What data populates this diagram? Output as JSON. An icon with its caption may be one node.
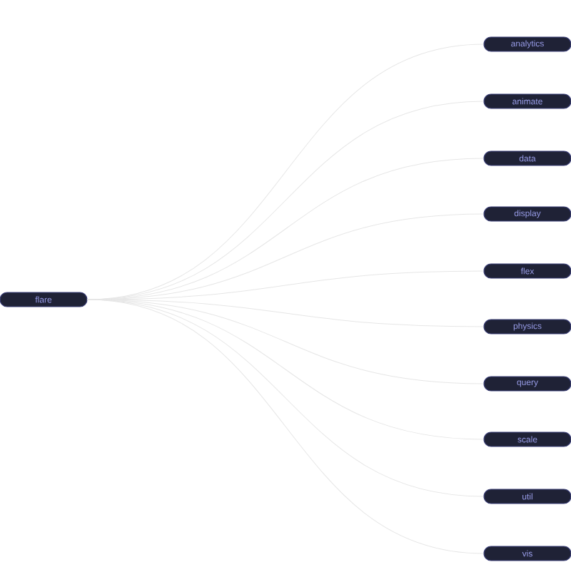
{
  "diagram": {
    "nodes": [
      {
        "text": [
          "flare"
        ]
      },
      {
        "text": [
          "analytics"
        ]
      },
      {
        "text": [
          "animate"
        ]
      },
      {
        "text": [
          "data"
        ]
      },
      {
        "text": [
          "display"
        ]
      },
      {
        "text": [
          "flex"
        ]
      },
      {
        "text": [
          "physics"
        ]
      },
      {
        "text": [
          "query"
        ]
      },
      {
        "text": [
          "scale"
        ]
      },
      {
        "text": [
          "util"
        ]
      },
      {
        "text": [
          "vis"
        ]
      }
    ],
    "edges": [
      {
        "from": 0,
        "to": 1,
        "arrow": "none"
      },
      {
        "from": 0,
        "to": 2,
        "arrow": "none"
      },
      {
        "from": 0,
        "to": 3,
        "arrow": "none"
      },
      {
        "from": 0,
        "to": 4,
        "arrow": "none"
      },
      {
        "from": 0,
        "to": 5,
        "arrow": "none"
      },
      {
        "from": 0,
        "to": 6,
        "arrow": "none"
      },
      {
        "from": 0,
        "to": 7,
        "arrow": "none"
      },
      {
        "from": 0,
        "to": 8,
        "arrow": "none"
      },
      {
        "from": 0,
        "to": 9,
        "arrow": "none"
      },
      {
        "from": 0,
        "to": 10,
        "arrow": "none"
      }
    ]
  }
}
